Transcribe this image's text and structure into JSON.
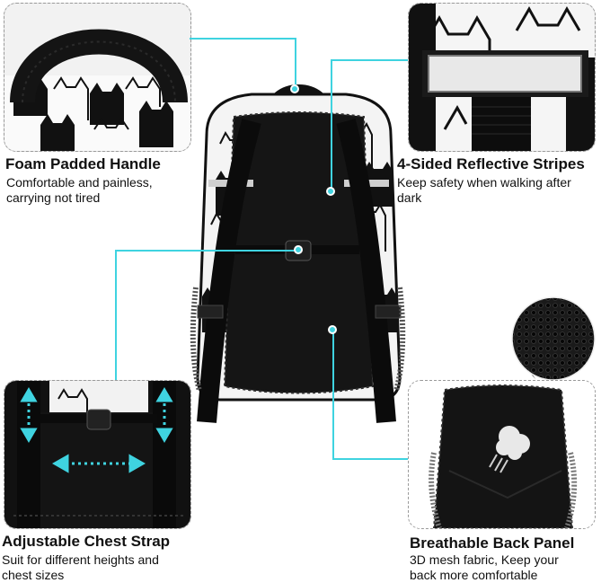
{
  "features": [
    {
      "title": "Foam Padded Handle",
      "desc_lines": [
        "Comfortable and painless,",
        "carrying not tired"
      ]
    },
    {
      "title": "4-Sided Reflective Stripes",
      "desc_lines": [
        "Keep safety when walking after",
        "dark"
      ]
    },
    {
      "title": "Adjustable Chest Strap",
      "desc_lines": [
        "Suit for different heights and",
        "chest sizes"
      ]
    },
    {
      "title": "Breathable Back Panel",
      "desc_lines": [
        "3D mesh fabric, Keep your",
        "back more comfortable"
      ]
    }
  ],
  "colors": {
    "accent": "#3fd3e0",
    "bag": "#111111",
    "pattern_bg": "#ffffff"
  }
}
